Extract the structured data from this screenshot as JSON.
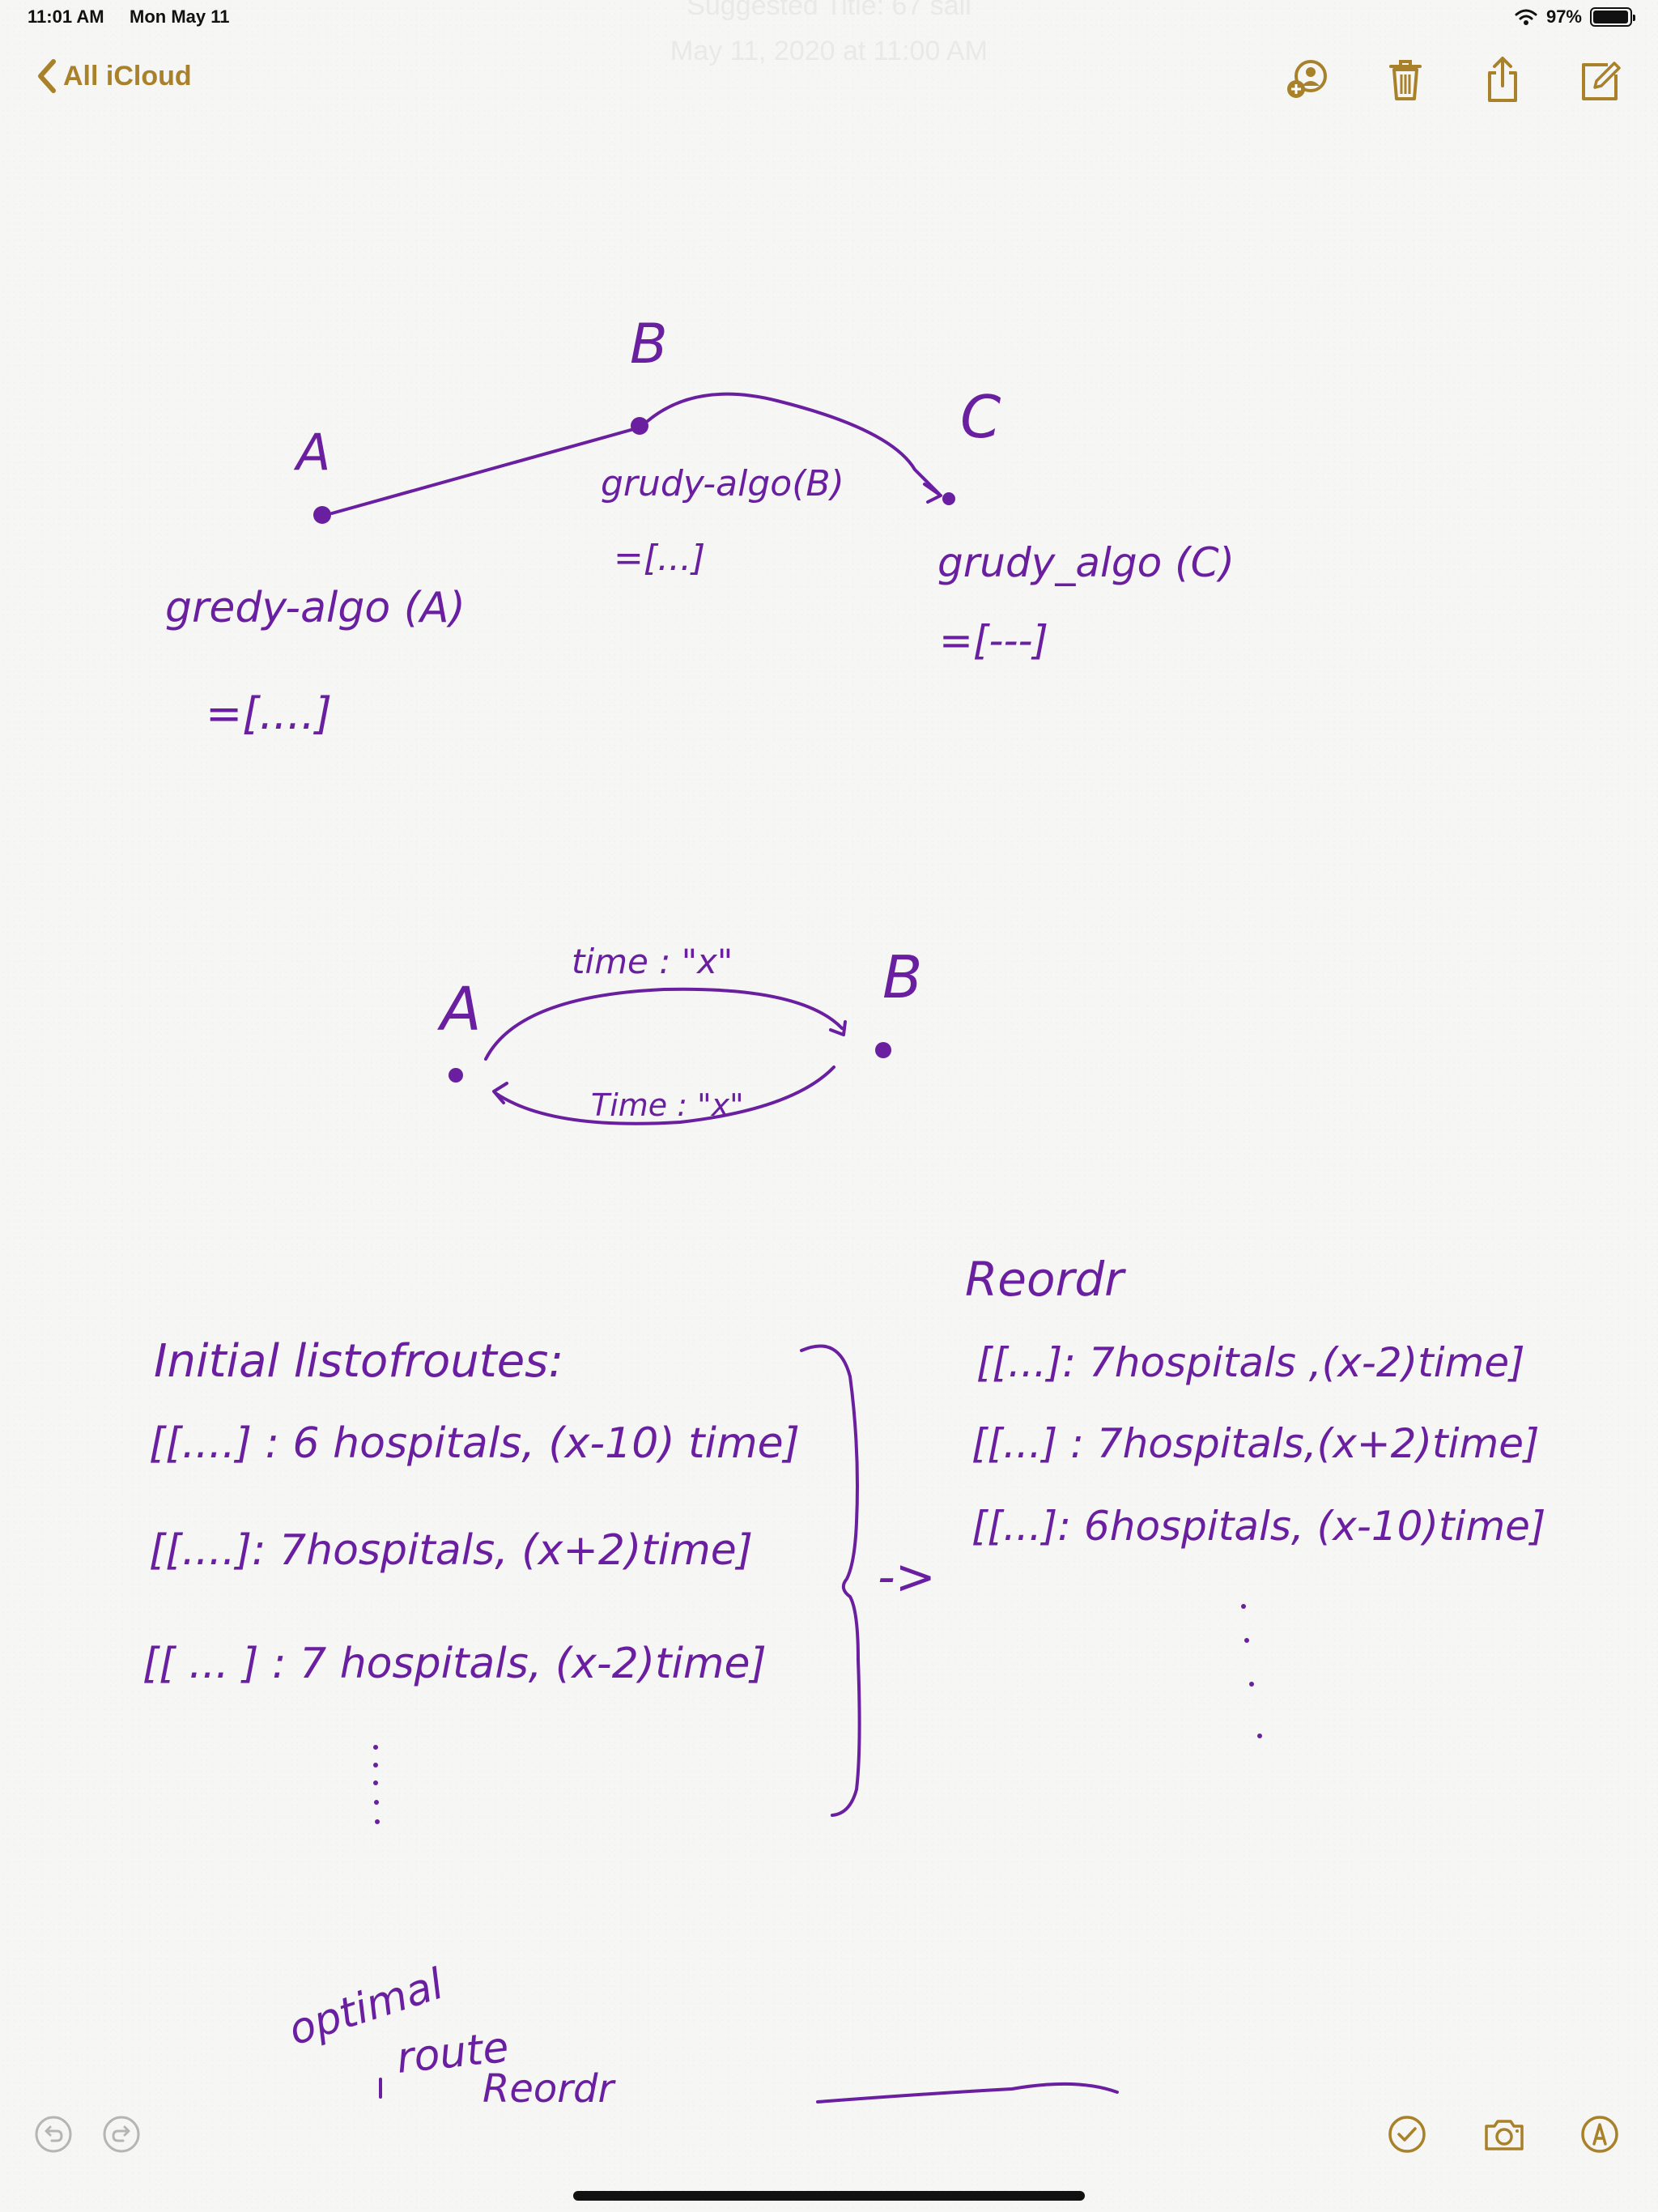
{
  "status_bar": {
    "time": "11:01 AM",
    "date": "Mon May 11",
    "battery_percent": "97%",
    "battery_level": 0.97
  },
  "note_header": {
    "suggested_title": "Suggested Title: 67 sail",
    "date_line": "May 11, 2020 at 11:00 AM"
  },
  "nav": {
    "back_label": "All iCloud",
    "accent_color": "#a8812a"
  },
  "toolbar": {
    "icons": [
      "add-person-icon",
      "trash-icon",
      "share-icon",
      "compose-icon"
    ]
  },
  "bottom_toolbar": {
    "left_icons": [
      "undo-icon",
      "redo-icon"
    ],
    "right_icons": [
      "checklist-icon",
      "camera-icon",
      "markup-icon"
    ]
  },
  "ink_color": "#6a1fa0",
  "handwriting": {
    "diagram1": {
      "node_a": "A",
      "node_b": "B",
      "node_c": "C",
      "label_b": "grudy-algo(B)",
      "label_b_value": "=[...]",
      "label_c": "grudy_algo (C)",
      "label_c_value": "=[---]",
      "label_a": "gredy-algo (A)",
      "label_a_value": "=[....]"
    },
    "diagram2": {
      "node_a": "A",
      "node_b": "B",
      "top_edge": "time : \"x\"",
      "bottom_edge": "Time : \"x\""
    },
    "routes": {
      "heading": "Initial listofroutes:",
      "items": [
        "[[....] : 6 hospitals, (x-10) time]",
        "[[....]: 7hospitals, (x+2)time]",
        "[[ ... ] : 7 hospitals, (x-2)time]"
      ],
      "arrow": "->"
    },
    "reorder": {
      "heading": "Reordr",
      "items": [
        "[[...]: 7hospitals ,(x-2)time]",
        "[[...] : 7hospitals,(x+2)time]",
        "[[...]: 6hospitals, (x-10)time]"
      ]
    },
    "bottom": {
      "word1": "optimal",
      "word2": "route",
      "word3": "Reordr"
    }
  }
}
